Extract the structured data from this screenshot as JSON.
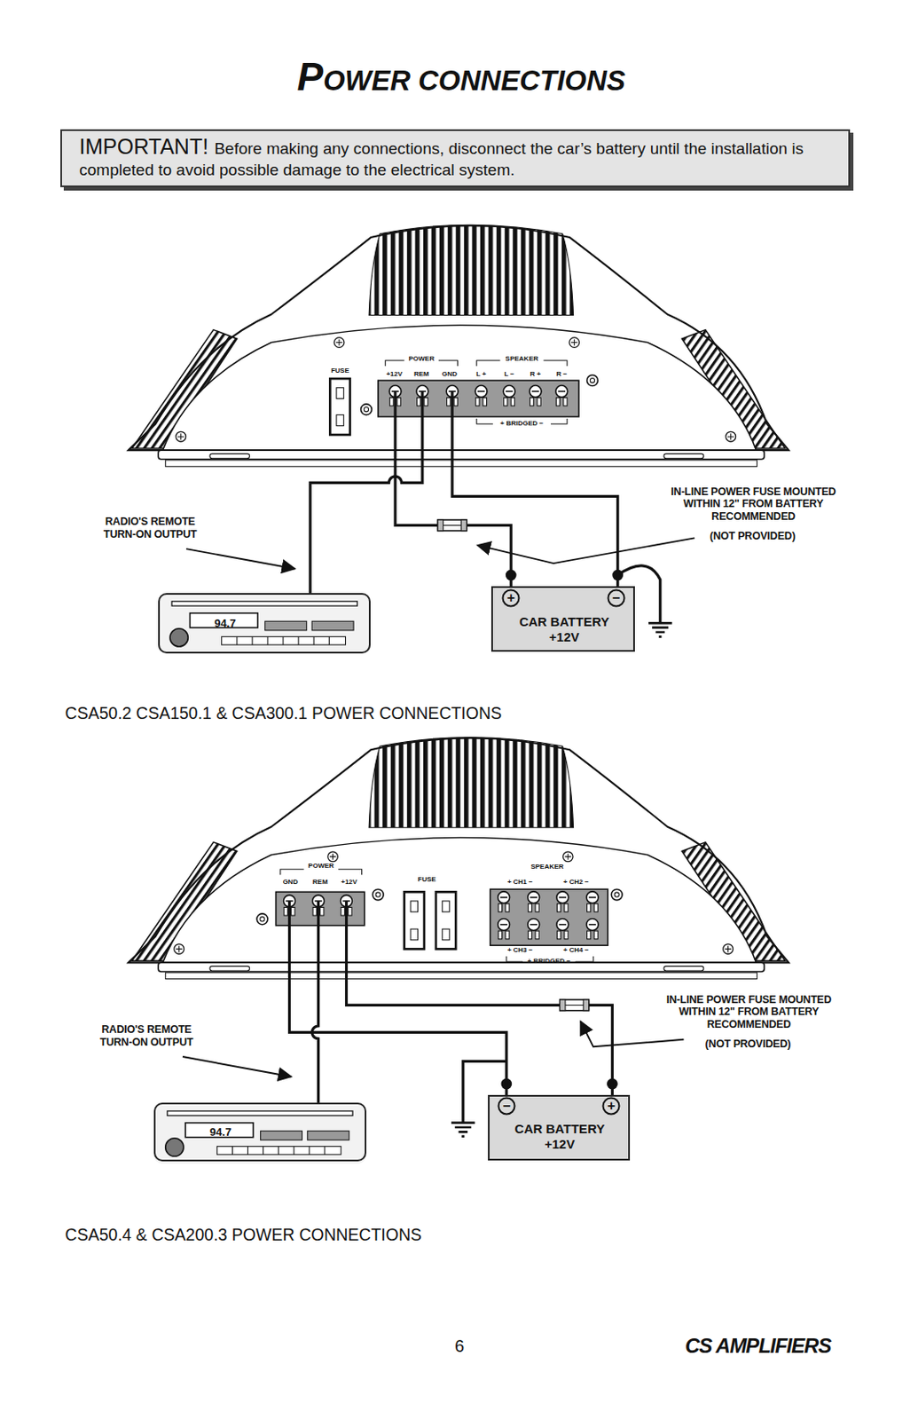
{
  "diagram": {
    "title": "POWER CONNECTIONS",
    "nodes": [
      {
        "text": [
          "IMPORTANT!",
          "Before making any connections, disconnect the car’s battery until the installation is completed to avoid possible damage to the electrical system."
        ]
      },
      {
        "text": [
          "FUSE"
        ]
      },
      {
        "text": [
          "POWER",
          "+12V",
          "REM",
          "GND"
        ],
        "in": 1
      },
      {
        "text": [
          "SPEAKER",
          "L +",
          "L −",
          "R +",
          "R −",
          "+ BRIDGED −"
        ],
        "in": 1
      },
      {
        "text": [
          "94.7"
        ]
      },
      {
        "text": [
          "CAR BATTERY +12V"
        ]
      },
      {
        "text": [
          "FUSE"
        ]
      },
      {
        "text": [
          "POWER",
          "GND",
          "REM",
          "+12V"
        ],
        "in": 6
      },
      {
        "text": [
          "SPEAKER",
          "+ CH1 −",
          "+ CH2 −",
          "+ CH3 −",
          "+ CH4 −",
          "+ BRIDGED −"
        ],
        "in": 6
      },
      {
        "text": [
          "94.7"
        ]
      },
      {
        "text": [
          "CAR BATTERY +12V"
        ]
      }
    ],
    "edges": [
      {
        "from": 2,
        "to": 4,
        "arrow": "none"
      },
      {
        "from": 2,
        "to": 5,
        "arrow": "none"
      },
      {
        "from": 2,
        "to": 5,
        "arrow": "none"
      },
      {
        "from": 7,
        "to": 9,
        "arrow": "none"
      },
      {
        "from": 7,
        "to": 10,
        "arrow": "none"
      },
      {
        "from": 7,
        "to": 10,
        "arrow": "none"
      }
    ],
    "labels": [
      "RADIO'S REMOTE TURN-ON OUTPUT",
      "IN-LINE POWER FUSE MOUNTED WITHIN 12\" FROM BATTERY RECOMMENDED",
      "(NOT PROVIDED)",
      "+",
      "−",
      "CSA50.2 CSA150.1 & CSA300.1 POWER CONNECTIONS",
      "RADIO'S REMOTE TURN-ON OUTPUT",
      "IN-LINE POWER FUSE MOUNTED WITHIN 12\" FROM BATTERY RECOMMENDED",
      "(NOT PROVIDED)",
      "−",
      "+",
      "CSA50.4 & CSA200.3 POWER CONNECTIONS",
      "6",
      "CS AMPLIFIERS"
    ]
  }
}
